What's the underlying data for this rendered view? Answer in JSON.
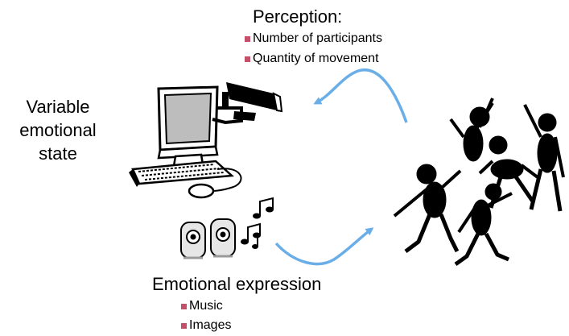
{
  "perception": {
    "title": "Perception:",
    "bullets": [
      "Number of participants",
      "Quantity of movement"
    ]
  },
  "state": {
    "line1": "Variable",
    "line2": "emotional",
    "line3": "state"
  },
  "expression": {
    "title": "Emotional expression",
    "bullets": [
      "Music",
      "Images"
    ]
  },
  "colors": {
    "arrow": "#6aaee8",
    "bullet": "#c4506a",
    "monitor_screen": "#bdbdbd",
    "figures": "#000000"
  },
  "icons": [
    "computer-icon",
    "camera-icon",
    "speakers-icon",
    "music-notes-icon",
    "dancers-icon"
  ]
}
